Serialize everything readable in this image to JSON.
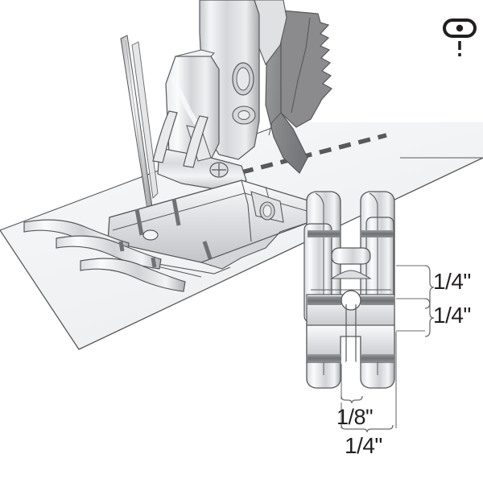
{
  "illustration": {
    "title": "Quarter inch quilting presser foot diagram",
    "background_color": "#ffffff",
    "line_color": "#58595b",
    "dark_metal_color": "#8b8b8d",
    "mid_metal_color": "#c9cbcd",
    "light_metal_color": "#f2f3f4",
    "fabric_color": "#f4f5f6",
    "stitch_color": "#58595b",
    "text_color": "#231f20"
  },
  "icon": {
    "name": "needle-plate-oval-icon",
    "description": "oval needle plate hole with center dot and vertical dashed needle line"
  },
  "scene_main": {
    "name": "presser-foot-on-fabric",
    "parts": [
      "sewing-machine-shank",
      "presser-foot-holder",
      "needle",
      "quarter-inch-foot-sole",
      "guide-springs",
      "fabric-sheet",
      "stitch-line"
    ]
  },
  "scene_detail": {
    "name": "foot-bottom-view",
    "parts": [
      "left-toe",
      "right-toe",
      "needle-hole",
      "crossbars"
    ]
  },
  "dimensions": {
    "right_upper": "1/4\"",
    "right_lower": "1/4\"",
    "bottom_inner": "1/8\"",
    "bottom_outer": "1/4\""
  }
}
